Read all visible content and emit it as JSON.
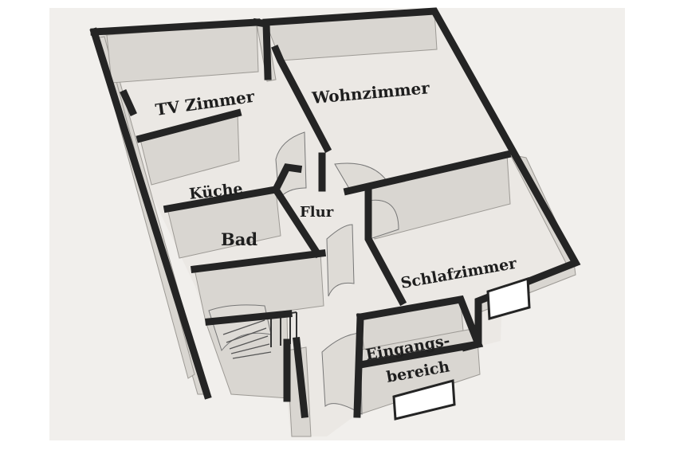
{
  "diagram": {
    "type": "isometric floor plan",
    "colors": {
      "paper": "#f1efec",
      "floor": "#ebe8e4",
      "wall_face": "#d9d6d1",
      "wall_top": "#242424",
      "text": "#1e1e1e"
    },
    "rooms": [
      {
        "id": "tv-zimmer",
        "label": "TV Zimmer"
      },
      {
        "id": "wohnzimmer",
        "label": "Wohnzimmer"
      },
      {
        "id": "kueche",
        "label": "Küche"
      },
      {
        "id": "flur",
        "label": "Flur"
      },
      {
        "id": "bad",
        "label": "Bad"
      },
      {
        "id": "schlafzimmer",
        "label": "Schlafzimmer"
      },
      {
        "id": "eingangsbereich",
        "label_line1": "Eingangs-",
        "label_line2": "bereich"
      }
    ]
  }
}
